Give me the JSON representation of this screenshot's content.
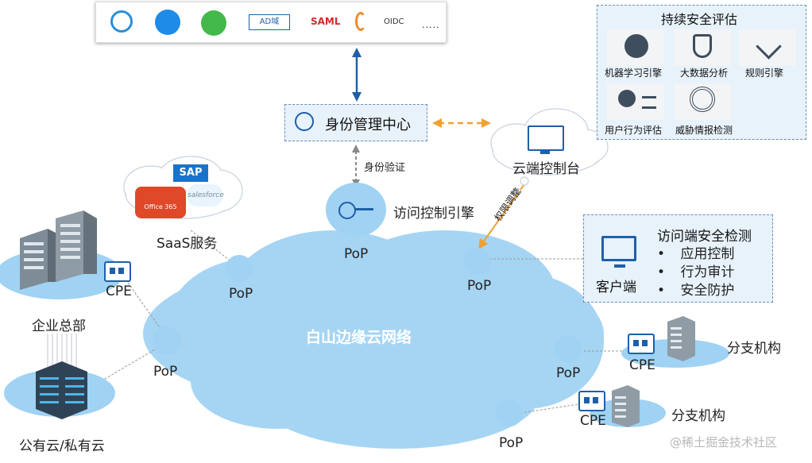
{
  "auth_bar": {
    "ad_label": "AD域",
    "saml_label": "SAML",
    "oidc_label": "OIDC",
    "more_label": "....."
  },
  "identity_center": {
    "label": "身份管理中心"
  },
  "auth_link": {
    "label": "身份验证"
  },
  "engine": {
    "label": "访问控制引擎"
  },
  "console": {
    "label": "云端控制台"
  },
  "permission_link": {
    "label": "权限调整"
  },
  "saas": {
    "label": "SaaS服务",
    "office_label": "Office 365",
    "sap_label": "SAP",
    "salesforce_label": "salesforce"
  },
  "eval": {
    "title": "持续安全评估",
    "items": [
      "机器学习引擎",
      "大数据分析",
      "规则引擎",
      "用户行为评估",
      "威胁情报检测"
    ]
  },
  "client": {
    "label": "客户端",
    "title": "访问端安全检测",
    "items": [
      "应用控制",
      "行为审计",
      "安全防护"
    ],
    "bullet": "•"
  },
  "core": {
    "label": "白山边缘云网络"
  },
  "pop_label": "PoP",
  "cpe_label": "CPE",
  "hq_label": "企业总部",
  "cloud_label": "公有云/私有云",
  "branch_label": "分支机构",
  "watermark": "@稀土掘金技术社区",
  "colors": {
    "accent": "#1f5fa8",
    "cloud": "#9fd2f3",
    "arrow": "#f0a030",
    "panel": "#e8f2fb"
  }
}
